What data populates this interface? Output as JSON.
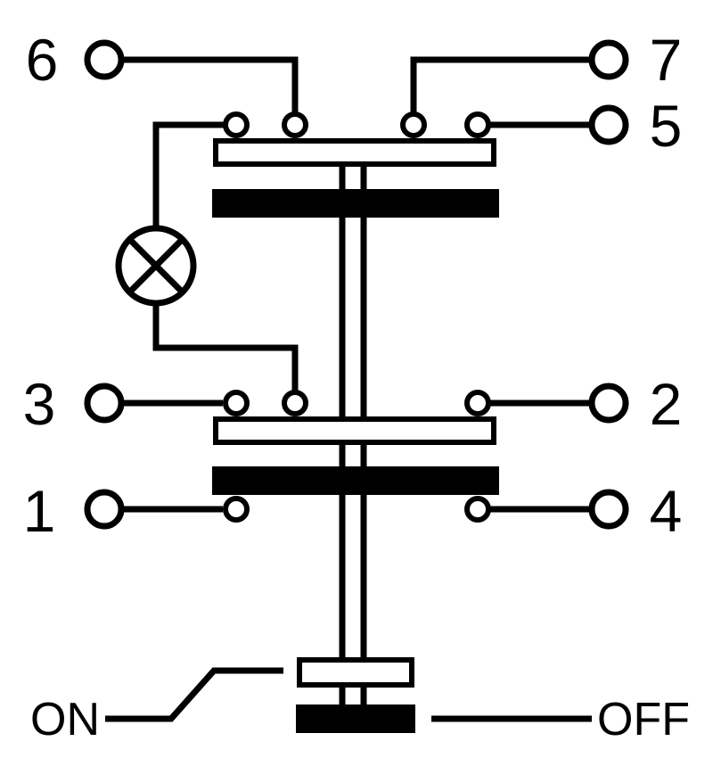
{
  "terminals": {
    "t1": "1",
    "t2": "2",
    "t3": "3",
    "t4": "4",
    "t5": "5",
    "t6": "6",
    "t7": "7"
  },
  "positions": {
    "on": "ON",
    "off": "OFF"
  },
  "colors": {
    "ink": "#000000",
    "paper": "#ffffff"
  },
  "icons": {
    "lamp": "lamp-icon"
  }
}
